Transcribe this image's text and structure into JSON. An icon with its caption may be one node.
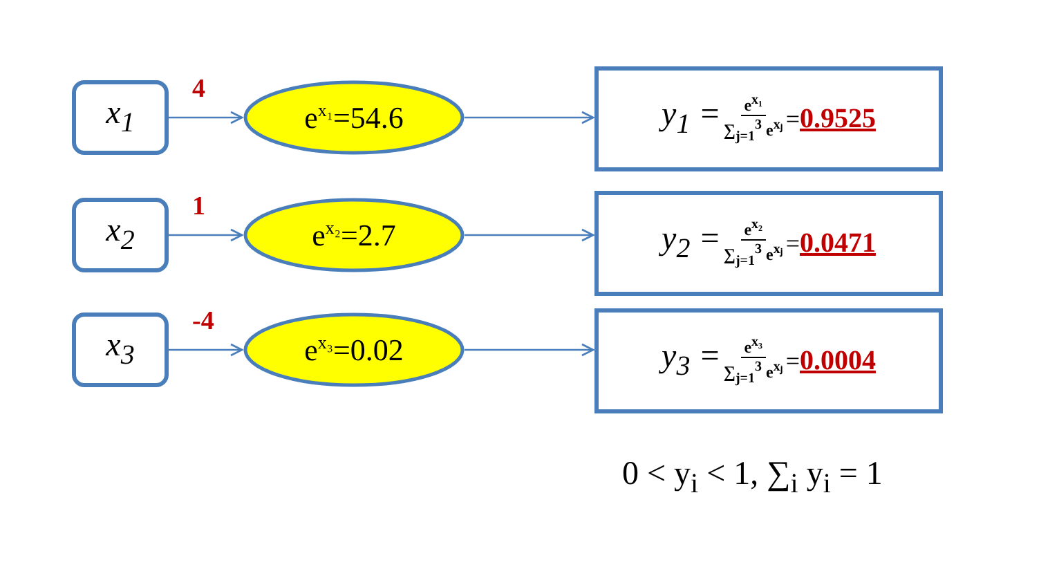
{
  "diagram": {
    "nodes": [
      {
        "text": [
          "x$_{1}$"
        ]
      },
      {
        "text": [
          "e$^{x₁}$=54.6"
        ]
      },
      {
        "text": [
          "y$_{1}$ =",
          "e$^{x₁}$",
          "∑$_{j=1}$$^{3}$ e$^{xⱼ}$",
          "=",
          "0.9525"
        ]
      },
      {
        "text": [
          "x$_{2}$"
        ]
      },
      {
        "text": [
          "e$^{x₂}$=2.7"
        ]
      },
      {
        "text": [
          "y$_{2}$ =",
          "e$^{x₂}$",
          "∑$_{j=1}$$^{3}$ e$^{xⱼ}$",
          "=",
          "0.0471"
        ]
      },
      {
        "text": [
          "x$_{3}$"
        ]
      },
      {
        "text": [
          "e$^{x₃}$=0.02"
        ]
      },
      {
        "text": [
          "y$_{3}$ =",
          "e$^{x₃}$",
          "∑$_{j=1}$$^{3}$ e$^{xⱼ}$",
          "=",
          "0.0004"
        ]
      }
    ],
    "edges": [
      {
        "from": 0,
        "to": 1,
        "arrow": "to",
        "label": "4"
      },
      {
        "from": 1,
        "to": 2,
        "arrow": "to"
      },
      {
        "from": 3,
        "to": 4,
        "arrow": "to",
        "label": "1"
      },
      {
        "from": 4,
        "to": 5,
        "arrow": "to"
      },
      {
        "from": 6,
        "to": 7,
        "arrow": "to",
        "label": "-4"
      },
      {
        "from": 7,
        "to": 8,
        "arrow": "to"
      }
    ],
    "labels": [
      "0 < y$_{i}$ < 1, ∑$_{i}$ y$_{i}$ = 1"
    ]
  }
}
